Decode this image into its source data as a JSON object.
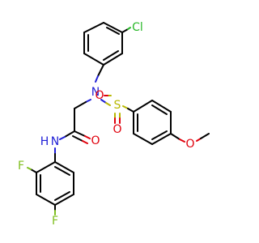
{
  "colors": {
    "carbon": "#000000",
    "nitrogen": "#1f1fd6",
    "oxygen": "#e0000c",
    "sulfur": "#b8b800",
    "fluorine": "#7fbf1f",
    "chlorine": "#2ab82a"
  },
  "atom_labels": {
    "cl": "Cl",
    "n_sulfonamide": "N",
    "s": "S",
    "o_s_left": "O",
    "o_s_bottom": "O",
    "o_amide": "O",
    "nh": "N",
    "h": "H",
    "o_methoxy": "O",
    "f_top": "F",
    "f_bottom": "F"
  }
}
